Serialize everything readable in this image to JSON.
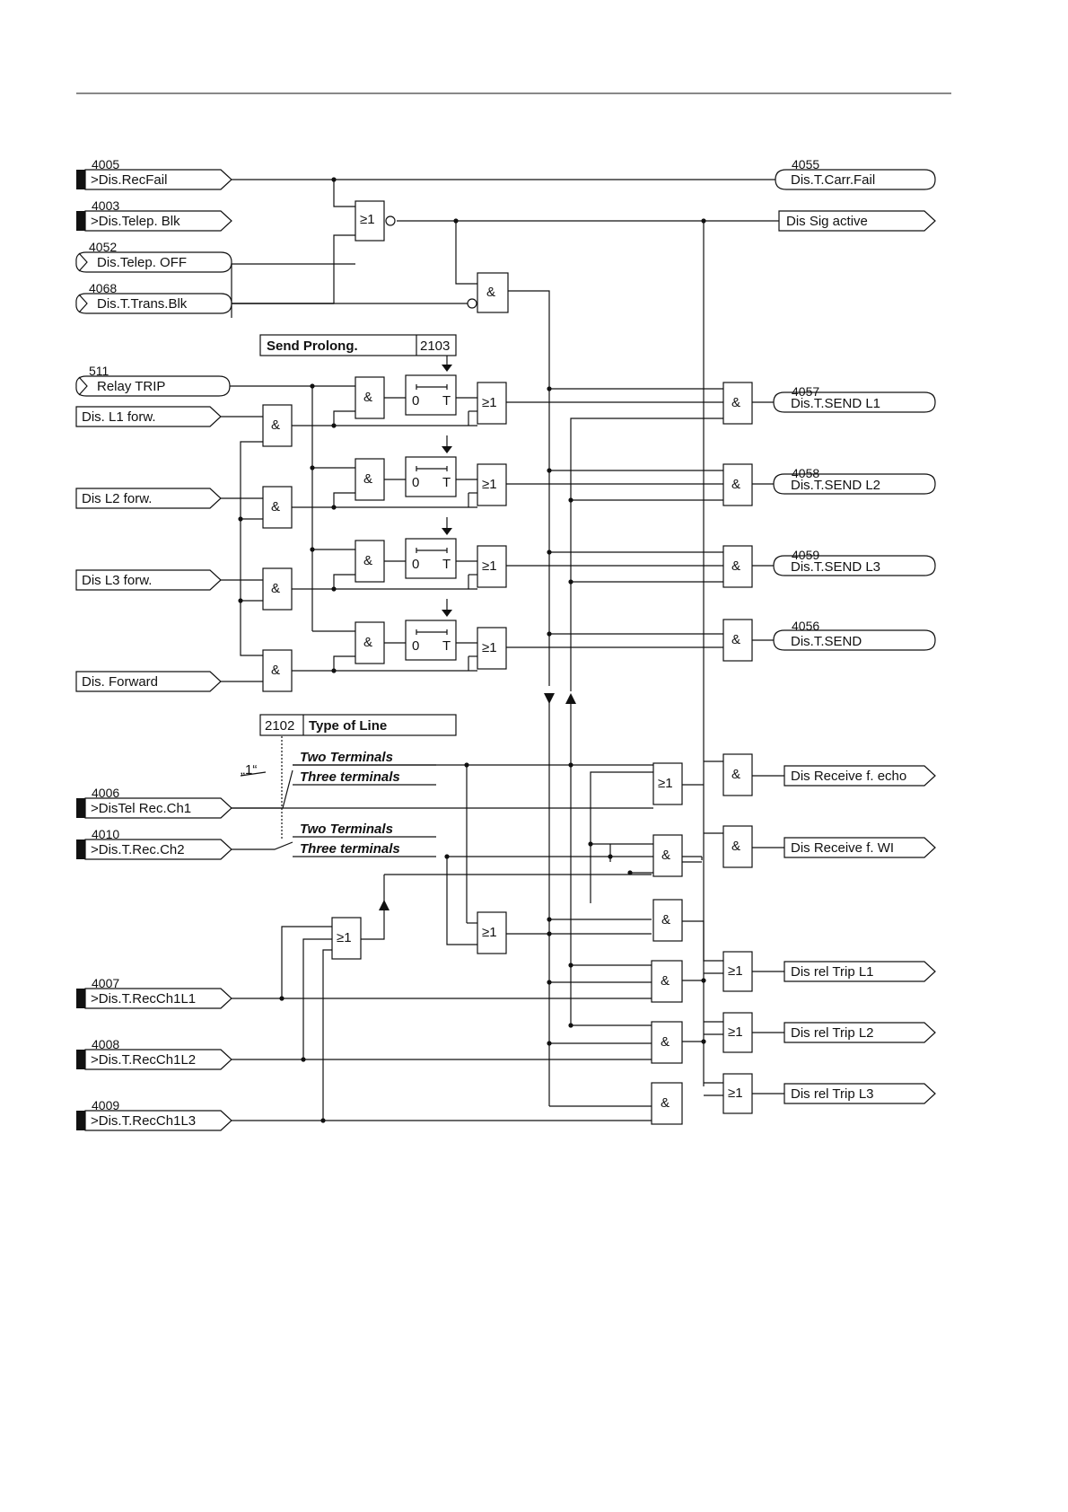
{
  "header_rule": true,
  "params": {
    "send_prolong": {
      "label": "Send Prolong.",
      "number": "2103"
    },
    "type_of_line": {
      "number": "2102",
      "label": "Type of Line"
    }
  },
  "selector": {
    "quote_one": "„1“",
    "option_two": "Two Terminals",
    "option_three": "Three terminals"
  },
  "inputs": {
    "recfail": {
      "number": "4005",
      "label": ">Dis.RecFail"
    },
    "telep_blk": {
      "number": "4003",
      "label": ">Dis.Telep. Blk"
    },
    "telep_off": {
      "number": "4052",
      "label": "Dis.Telep. OFF"
    },
    "trans_blk": {
      "number": "4068",
      "label": "Dis.T.Trans.Blk"
    },
    "relay_trip": {
      "number": "511",
      "label": "Relay TRIP"
    },
    "l1_forw": {
      "label": "Dis. L1 forw."
    },
    "l2_forw": {
      "label": "Dis L2 forw."
    },
    "l3_forw": {
      "label": "Dis L3 forw."
    },
    "forward": {
      "label": "Dis. Forward"
    },
    "rec_ch1": {
      "number": "4006",
      "label": ">DisTel Rec.Ch1"
    },
    "rec_ch2": {
      "number": "4010",
      "label": ">Dis.T.Rec.Ch2"
    },
    "rec_ch1_l1": {
      "number": "4007",
      "label": ">Dis.T.RecCh1L1"
    },
    "rec_ch1_l2": {
      "number": "4008",
      "label": ">Dis.T.RecCh1L2"
    },
    "rec_ch1_l3": {
      "number": "4009",
      "label": ">Dis.T.RecCh1L3"
    }
  },
  "outputs": {
    "carr_fail": {
      "number": "4055",
      "label": "Dis.T.Carr.Fail"
    },
    "sig_active": {
      "label": "Dis Sig active"
    },
    "send_l1": {
      "number": "4057",
      "label": "Dis.T.SEND L1"
    },
    "send_l2": {
      "number": "4058",
      "label": "Dis.T.SEND L2"
    },
    "send_l3": {
      "number": "4059",
      "label": "Dis.T.SEND L3"
    },
    "send": {
      "number": "4056",
      "label": "Dis.T.SEND"
    },
    "rec_echo": {
      "label": "Dis Receive f. echo"
    },
    "rec_wi": {
      "label": "Dis Receive f. WI"
    },
    "trip_l1": {
      "label": "Dis rel Trip L1"
    },
    "trip_l2": {
      "label": "Dis rel Trip L2"
    },
    "trip_l3": {
      "label": "Dis rel Trip L3"
    }
  },
  "gates": {
    "and": "&",
    "or": "≥1"
  },
  "timer": {
    "zero": "0",
    "t": "T"
  }
}
